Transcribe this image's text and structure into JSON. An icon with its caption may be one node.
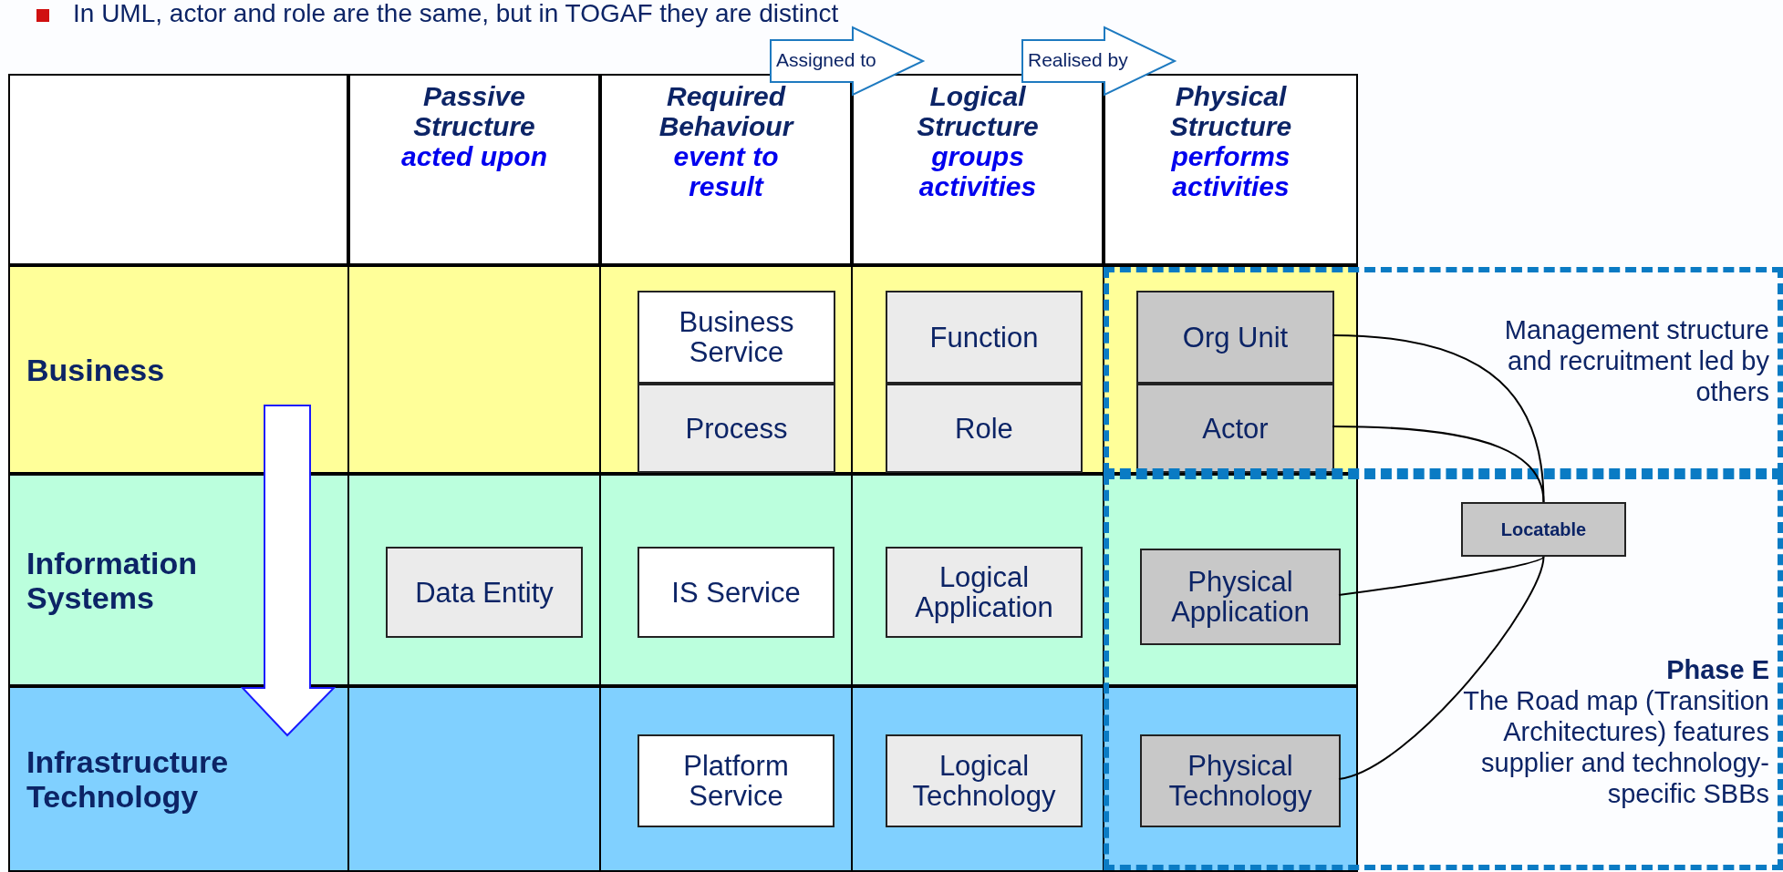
{
  "diagram": {
    "title": "In UML, actor and role are the same, but in TOGAF they are distinct",
    "nodes": [
      {
        "text": [
          "Passive Structure",
          "acted upon"
        ]
      },
      {
        "text": [
          "Required Behaviour",
          "event to result"
        ]
      },
      {
        "text": [
          "Logical Structure",
          "groups activities"
        ]
      },
      {
        "text": [
          "Physical Structure",
          "performs activities"
        ]
      },
      {
        "text": [
          "Business"
        ]
      },
      {
        "text": [
          "Business Service"
        ],
        "in": 4
      },
      {
        "text": [
          "Process"
        ],
        "in": 4
      },
      {
        "text": [
          "Function"
        ],
        "in": 4
      },
      {
        "text": [
          "Role"
        ],
        "in": 4
      },
      {
        "text": [
          "Org Unit"
        ],
        "in": 4
      },
      {
        "text": [
          "Actor"
        ],
        "in": 4
      },
      {
        "text": [
          "Information Systems"
        ]
      },
      {
        "text": [
          "Data Entity"
        ],
        "in": 11
      },
      {
        "text": [
          "IS Service"
        ],
        "in": 11
      },
      {
        "text": [
          "Logical Application"
        ],
        "in": 11
      },
      {
        "text": [
          "Physical Application"
        ],
        "in": 11
      },
      {
        "text": [
          "Infrastructure Technology"
        ]
      },
      {
        "text": [
          "Platform Service"
        ],
        "in": 16
      },
      {
        "text": [
          "Logical Technology"
        ],
        "in": 16
      },
      {
        "text": [
          "Physical Technology"
        ],
        "in": 16
      },
      {
        "text": [
          "Locatable"
        ]
      }
    ],
    "edges": [
      {
        "from": 1,
        "to": 2,
        "arrow": "to",
        "label": "Assigned to"
      },
      {
        "from": 2,
        "to": 3,
        "arrow": "to",
        "label": "Realised by"
      },
      {
        "from": 9,
        "to": 20,
        "arrow": "none"
      },
      {
        "from": 10,
        "to": 20,
        "arrow": "none"
      },
      {
        "from": 15,
        "to": 20,
        "arrow": "none"
      },
      {
        "from": 19,
        "to": 20,
        "arrow": "none"
      }
    ],
    "labels": [
      "Management structure and recruitment led by others",
      "Phase E",
      "The Road map (Transition Architectures) features supplier and technology-specific SBBs"
    ]
  }
}
